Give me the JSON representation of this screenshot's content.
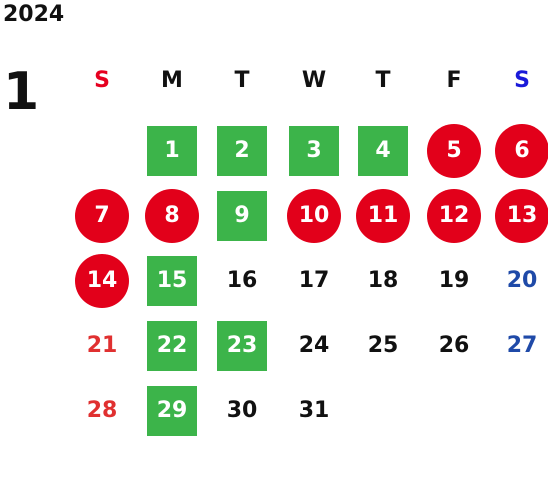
{
  "calendar": {
    "year": "2024",
    "month": "1",
    "weekdays": [
      "S",
      "M",
      "T",
      "W",
      "T",
      "F",
      "S"
    ],
    "start_weekday": 1,
    "days": [
      {
        "day": "1",
        "mark": "green"
      },
      {
        "day": "2",
        "mark": "green"
      },
      {
        "day": "3",
        "mark": "green"
      },
      {
        "day": "4",
        "mark": "green"
      },
      {
        "day": "5",
        "mark": "red"
      },
      {
        "day": "6",
        "mark": "red"
      },
      {
        "day": "7",
        "mark": "red"
      },
      {
        "day": "8",
        "mark": "red"
      },
      {
        "day": "9",
        "mark": "green"
      },
      {
        "day": "10",
        "mark": "red"
      },
      {
        "day": "11",
        "mark": "red"
      },
      {
        "day": "12",
        "mark": "red"
      },
      {
        "day": "13",
        "mark": "red"
      },
      {
        "day": "14",
        "mark": "red"
      },
      {
        "day": "15",
        "mark": "green"
      },
      {
        "day": "16",
        "mark": "none"
      },
      {
        "day": "17",
        "mark": "none"
      },
      {
        "day": "18",
        "mark": "none"
      },
      {
        "day": "19",
        "mark": "none"
      },
      {
        "day": "20",
        "mark": "none"
      },
      {
        "day": "21",
        "mark": "none"
      },
      {
        "day": "22",
        "mark": "green"
      },
      {
        "day": "23",
        "mark": "green"
      },
      {
        "day": "24",
        "mark": "none"
      },
      {
        "day": "25",
        "mark": "none"
      },
      {
        "day": "26",
        "mark": "none"
      },
      {
        "day": "27",
        "mark": "none"
      },
      {
        "day": "28",
        "mark": "none"
      },
      {
        "day": "29",
        "mark": "green"
      },
      {
        "day": "30",
        "mark": "none"
      },
      {
        "day": "31",
        "mark": "none"
      }
    ]
  },
  "colors": {
    "green_mark": "#3cb44a",
    "red_mark": "#e2001a",
    "sunday_text": "#e03030",
    "saturday_text": "#1f4aa8",
    "sunday_header": "#e60020",
    "saturday_header": "#1a1ad9",
    "text": "#111111"
  }
}
